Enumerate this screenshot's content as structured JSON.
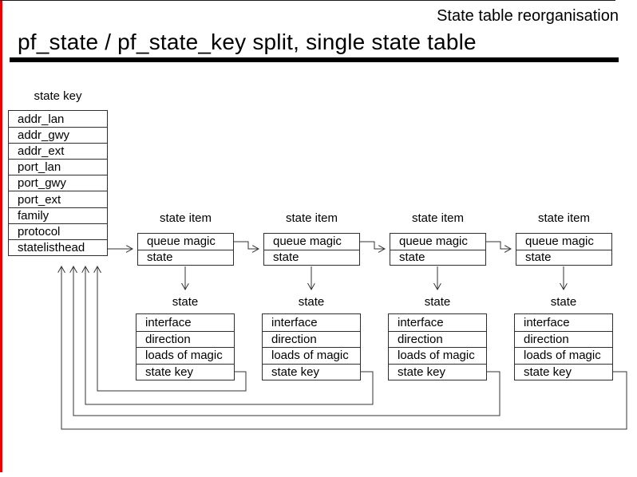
{
  "header": {
    "series_title": "State table reorganisation",
    "slide_title": "pf_state / pf_state_key split, single state table"
  },
  "colors": {
    "left_border": "#f10000",
    "top_border": "#1a1a1a",
    "title_rule": "#000000",
    "diagram_line": "#333333",
    "background": "#ffffff"
  },
  "state_key_table": {
    "label": "state key",
    "rows": [
      "addr_lan",
      "addr_gwy",
      "addr_ext",
      "port_lan",
      "port_gwy",
      "port_ext",
      "family",
      "protocol",
      "statelisthead"
    ]
  },
  "state_item": {
    "label": "state item",
    "rows": [
      "queue magic",
      "state"
    ]
  },
  "state_struct": {
    "label": "state",
    "rows": [
      "interface",
      "direction",
      "loads of magic",
      "state key"
    ]
  }
}
